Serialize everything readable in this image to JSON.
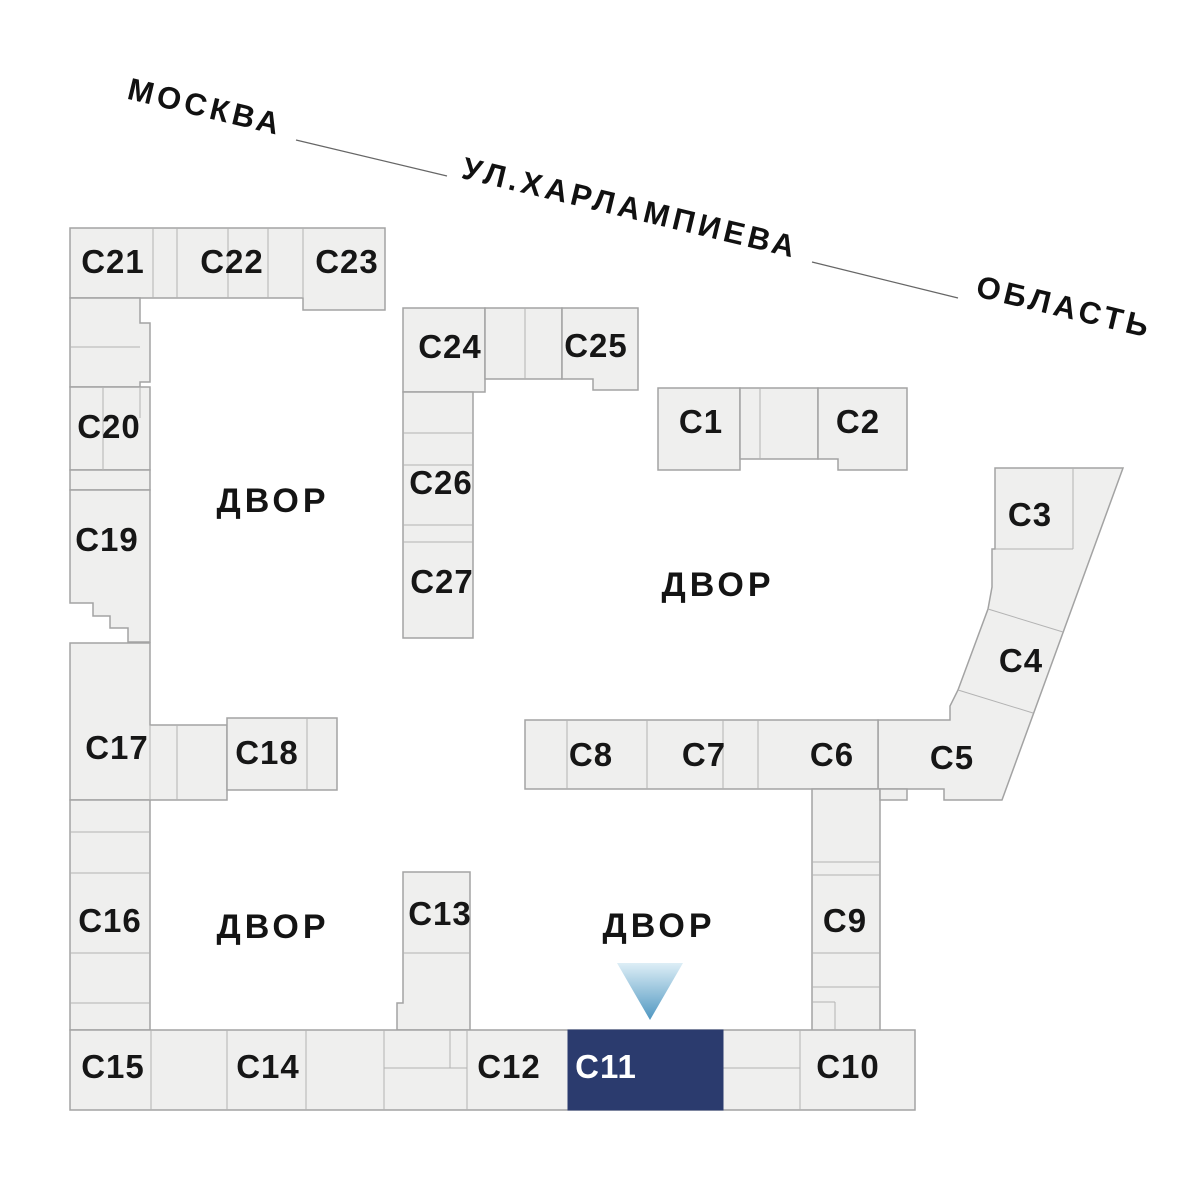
{
  "street": {
    "left_label": "МОСКВА",
    "name_label": "УЛ.ХАРЛАМПИЕВА",
    "right_label": "ОБЛАСТЬ"
  },
  "courtyard_label": "ДВОР",
  "courtyard_count": 4,
  "highlighted_id": "c11",
  "buildings": [
    {
      "id": "c1",
      "label": "С1"
    },
    {
      "id": "c2",
      "label": "С2"
    },
    {
      "id": "c3",
      "label": "С3"
    },
    {
      "id": "c4",
      "label": "С4"
    },
    {
      "id": "c5",
      "label": "С5"
    },
    {
      "id": "c6",
      "label": "С6"
    },
    {
      "id": "c7",
      "label": "С7"
    },
    {
      "id": "c8",
      "label": "С8"
    },
    {
      "id": "c9",
      "label": "С9"
    },
    {
      "id": "c10",
      "label": "С10"
    },
    {
      "id": "c11",
      "label": "С11"
    },
    {
      "id": "c12",
      "label": "С12"
    },
    {
      "id": "c13",
      "label": "С13"
    },
    {
      "id": "c14",
      "label": "С14"
    },
    {
      "id": "c15",
      "label": "С15"
    },
    {
      "id": "c16",
      "label": "С16"
    },
    {
      "id": "c17",
      "label": "С17"
    },
    {
      "id": "c18",
      "label": "С18"
    },
    {
      "id": "c19",
      "label": "С19"
    },
    {
      "id": "c20",
      "label": "С20"
    },
    {
      "id": "c21",
      "label": "С21"
    },
    {
      "id": "c22",
      "label": "С22"
    },
    {
      "id": "c23",
      "label": "С23"
    },
    {
      "id": "c24",
      "label": "С24"
    },
    {
      "id": "c25",
      "label": "С25"
    },
    {
      "id": "c26",
      "label": "С26"
    },
    {
      "id": "c27",
      "label": "С27"
    }
  ],
  "colors": {
    "background": "#ffffff",
    "building_fill": "#efefee",
    "building_stroke": "#a3a3a3",
    "inner_line": "#b3b3b3",
    "label_text": "#161616",
    "highlight_fill": "#2b3b6e",
    "highlight_text": "#ffffff",
    "arrow_top": "#ddeef6",
    "arrow_bottom": "#4f97c1",
    "street_line": "#666666"
  }
}
